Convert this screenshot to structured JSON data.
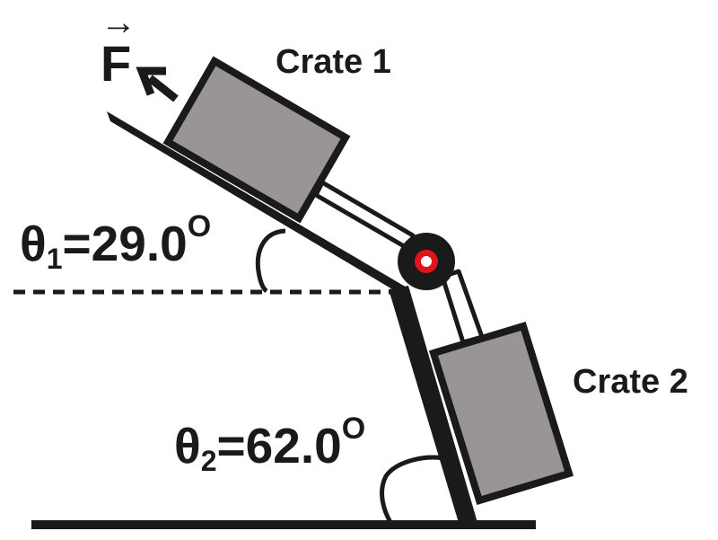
{
  "force": {
    "symbol": "F",
    "arrow": "→"
  },
  "crates": [
    {
      "label": "Crate 1"
    },
    {
      "label": "Crate 2"
    }
  ],
  "angles": [
    {
      "symbol": "θ",
      "subscript": "1",
      "equals": "=",
      "value": "29.0",
      "unit": "O"
    },
    {
      "symbol": "θ",
      "subscript": "2",
      "equals": "=",
      "value": "62.0",
      "unit": "O"
    }
  ],
  "colors": {
    "ink": "#1a1a1a",
    "crate_fill": "#999597",
    "pulley_center": "#e0141b"
  }
}
